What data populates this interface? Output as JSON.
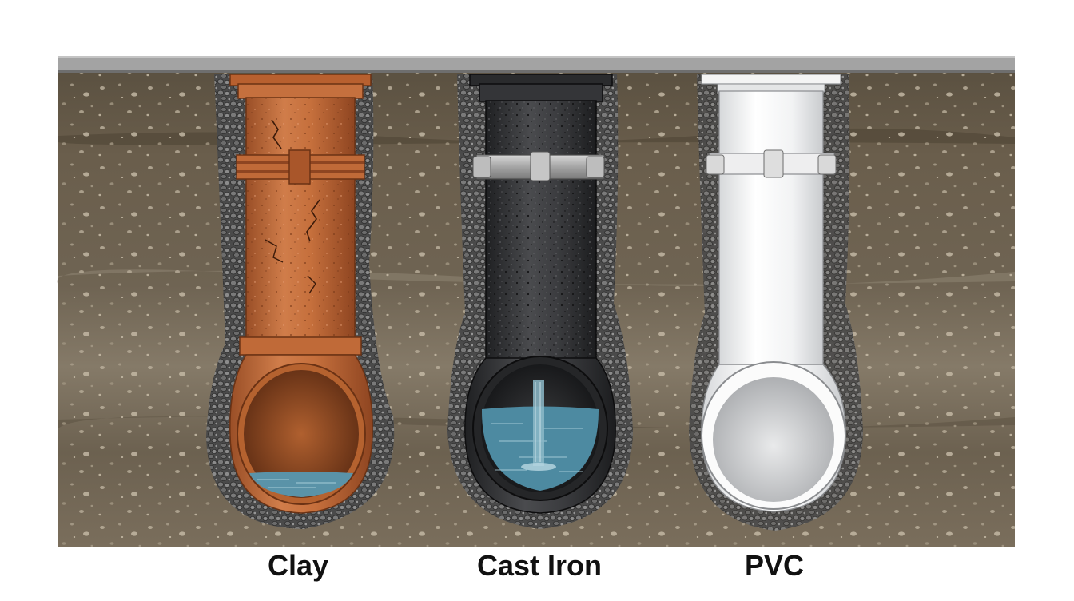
{
  "materials": [
    {
      "label": "Clay",
      "color": "#c4703f",
      "condition": "cracked, partial water"
    },
    {
      "label": "Cast Iron",
      "color": "#3a3b3d",
      "condition": "corroded, leaking water"
    },
    {
      "label": "PVC",
      "color": "#f4f5f6",
      "condition": "clean, dry"
    }
  ],
  "colors": {
    "soil_dark": "#5e5444",
    "soil_light": "#7d7261",
    "gravel": "#6e6e6e",
    "surface": "#9c9c9c",
    "water": "#4f8ea6"
  }
}
